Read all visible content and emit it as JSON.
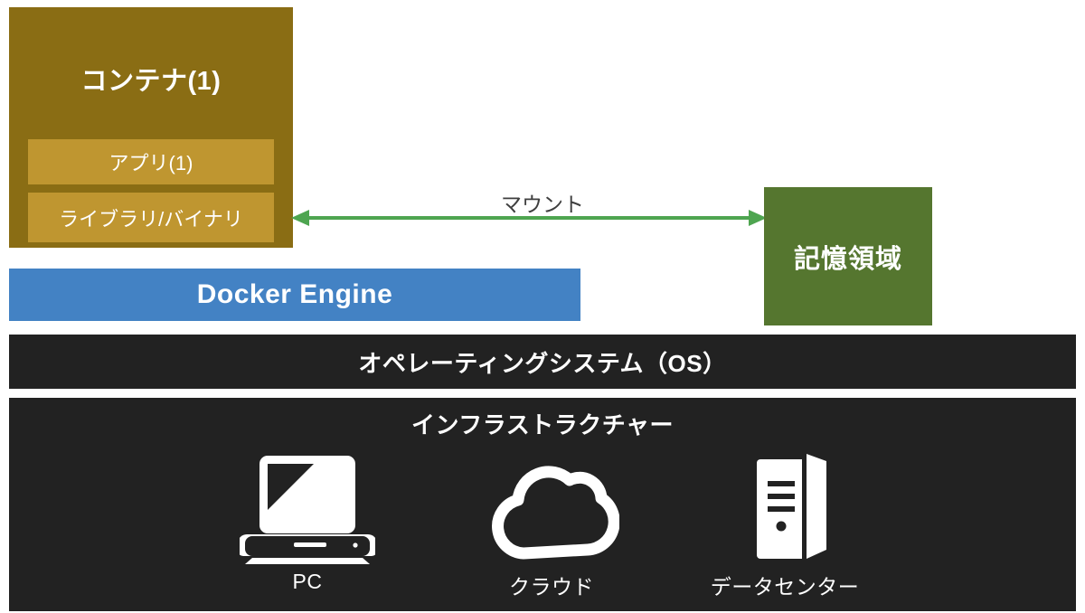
{
  "diagram": {
    "title": "Docker architecture with mounted storage",
    "colors": {
      "container": "#8a6d14",
      "container_inner": "#bf9630",
      "storage": "#55762f",
      "docker_engine": "#4382c4",
      "os_bar": "#222222",
      "infrastructure": "#222222",
      "arrow": "#4ea550",
      "mount_label_text": "#3f3f3f",
      "background": "#ffffff"
    },
    "container": {
      "title": "コンテナ(1)",
      "layers": [
        {
          "label": "アプリ(1)"
        },
        {
          "label": "ライブラリ/バイナリ"
        }
      ]
    },
    "mount": {
      "label": "マウント",
      "arrow_direction": "bidirectional"
    },
    "storage": {
      "label": "記憶領域"
    },
    "docker_engine": {
      "label": "Docker Engine"
    },
    "operating_system": {
      "label": "オペレーティングシステム（OS）"
    },
    "infrastructure": {
      "title": "インフラストラクチャー",
      "items": [
        {
          "icon": "laptop-icon",
          "label": "PC"
        },
        {
          "icon": "cloud-icon",
          "label": "クラウド"
        },
        {
          "icon": "server-tower-icon",
          "label": "データセンター"
        }
      ]
    }
  }
}
